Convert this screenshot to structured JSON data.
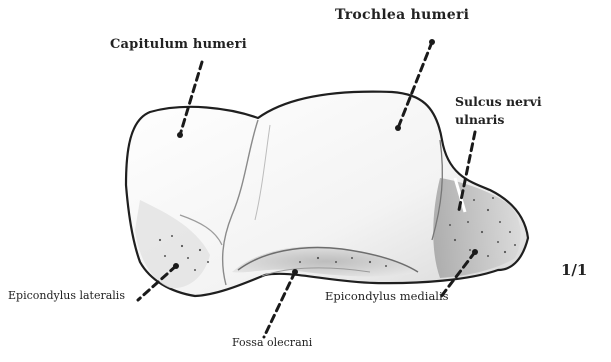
{
  "labels": {
    "trochlea_humeri": "Trochlea humeri",
    "capitulum_humeri": "Capitulum humeri",
    "sulcus_line1": "Sulcus nervi",
    "sulcus_line2": "ulnaris",
    "epicondylus_lateralis": "Epicondylus lateralis",
    "epicondylus_medialis": "Epicondylus medialis",
    "fossa_olecrani": "Fossa olecrani",
    "scale": "1/1"
  }
}
